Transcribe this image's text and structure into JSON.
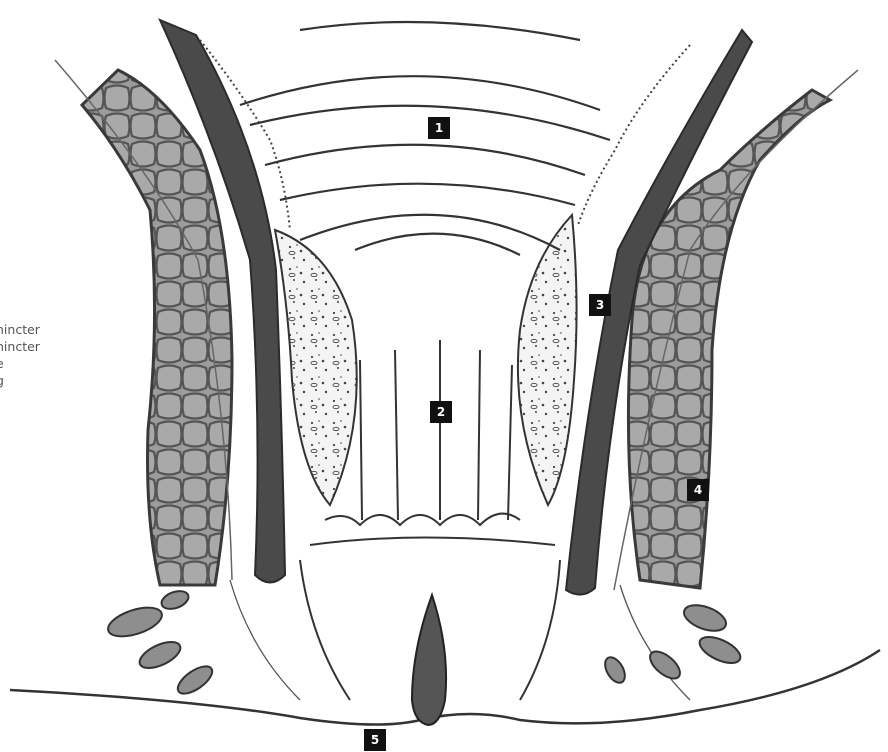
{
  "legend": {
    "items": [
      "hincter",
      "hincter",
      "e",
      "g"
    ]
  },
  "callouts": {
    "c1": "1",
    "c2": "2",
    "c3": "3",
    "c4": "4",
    "c5": "5"
  },
  "colors": {
    "muscle_fill": "#9a9a9a",
    "line_dark": "#3a3a3a",
    "background": "#ffffff"
  }
}
